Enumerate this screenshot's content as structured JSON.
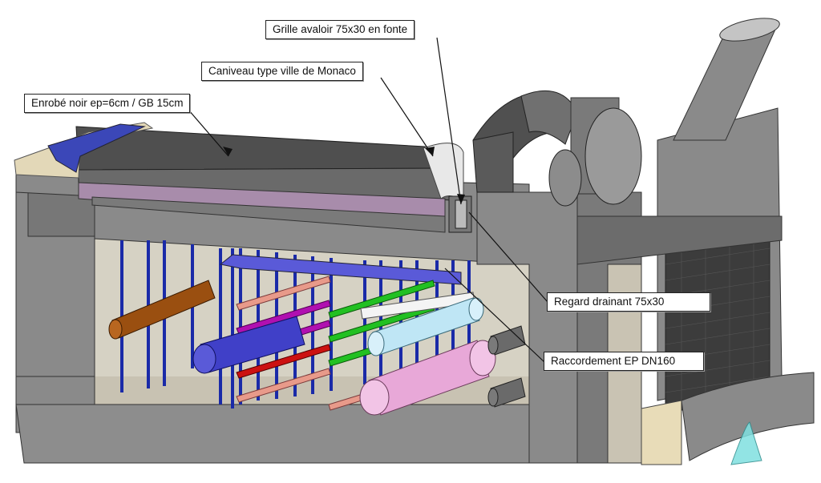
{
  "callouts": {
    "grille": "Grille avaloir 75x30 en fonte",
    "caniveau": "Caniveau type ville de Monaco",
    "enrobe": "Enrobé noir ep=6cm / GB 15cm",
    "regard": "Regard drainant 75x30",
    "raccordement": "Raccordement EP DN160"
  },
  "colors": {
    "structure": "#7d7d7d",
    "structure_dark": "#5e5e5e",
    "road": "#505050",
    "pipe_brown": "#9a4f10",
    "pipe_blue": "#4040c8",
    "pipe_lightblue": "#bfe6f5",
    "pipe_pink": "#e8a8d8",
    "cable_blue": "#1a2aa8",
    "cable_red": "#cc1111",
    "cable_magenta": "#b010b0",
    "cable_green": "#22c022",
    "cable_salmon": "#e89a8a"
  }
}
